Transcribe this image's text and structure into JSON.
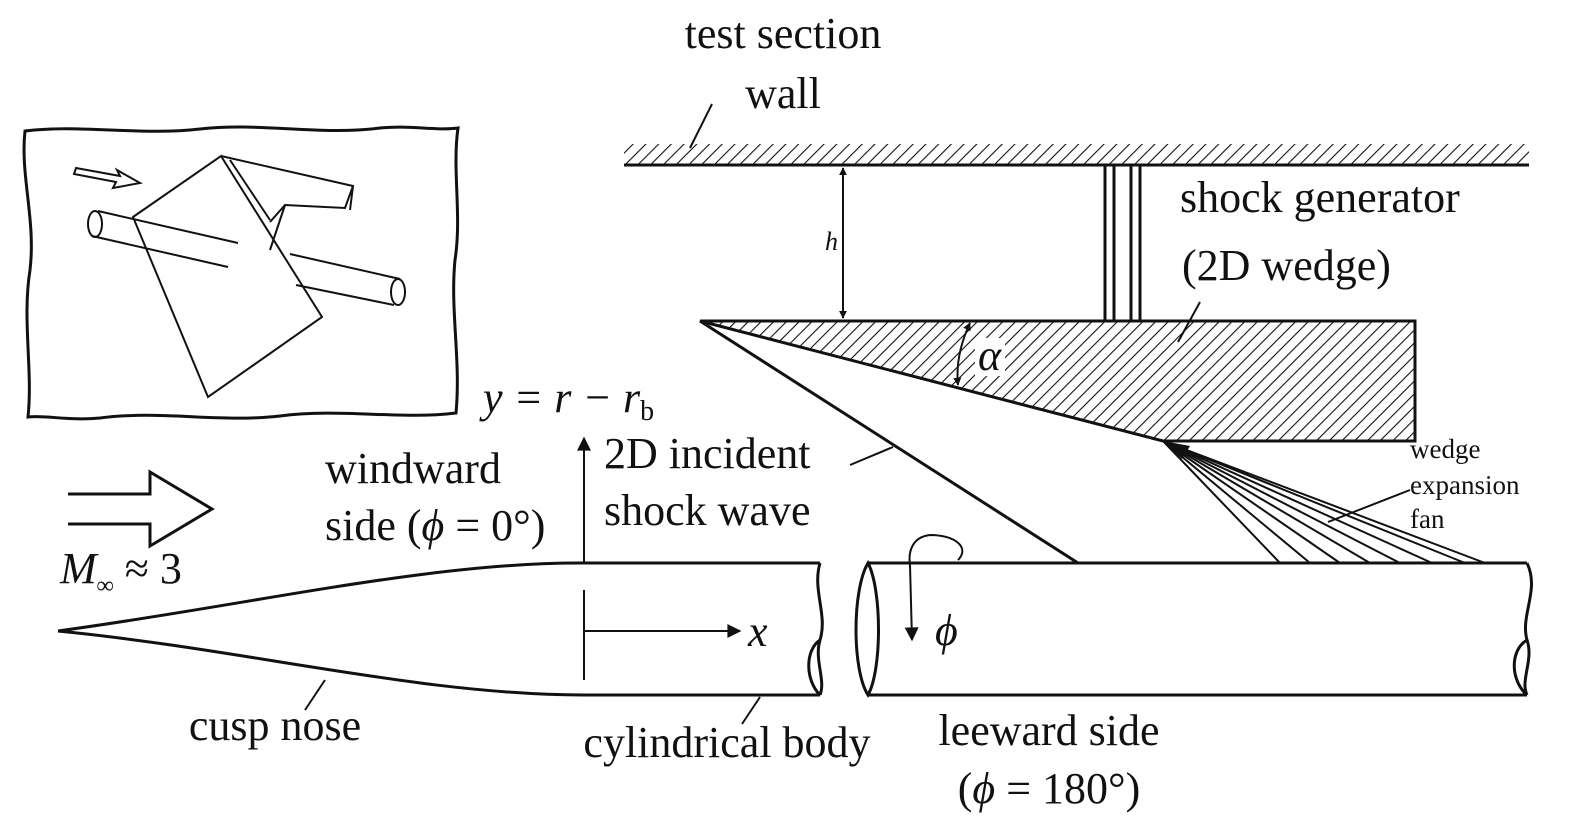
{
  "labels": {
    "test_section": "test section",
    "wall": "wall",
    "shock_generator": "shock generator",
    "wedge_2d": "(2D wedge)",
    "h": "h",
    "alpha": "α",
    "y_eq_lhs": "y = r − r",
    "y_eq_sub": "b",
    "incident_line1": "2D incident",
    "incident_line2": "shock wave",
    "windward_line1": "windward",
    "windward_line2_a": "side (",
    "windward_line2_phi": "ϕ",
    "windward_line2_b": " = 0°)",
    "mach_M": "M",
    "mach_sub": "∞",
    "mach_rest": " ≈ 3",
    "fan_line1": "wedge",
    "fan_line2": "expansion",
    "fan_line3": "fan",
    "x_axis": "x",
    "phi": "ϕ",
    "cusp_nose": "cusp nose",
    "cylindrical_body": "cylindrical body",
    "leeward_line1": "leeward side",
    "leeward_line2_a": "(",
    "leeward_line2_phi": "ϕ",
    "leeward_line2_b": " = 180°)"
  }
}
